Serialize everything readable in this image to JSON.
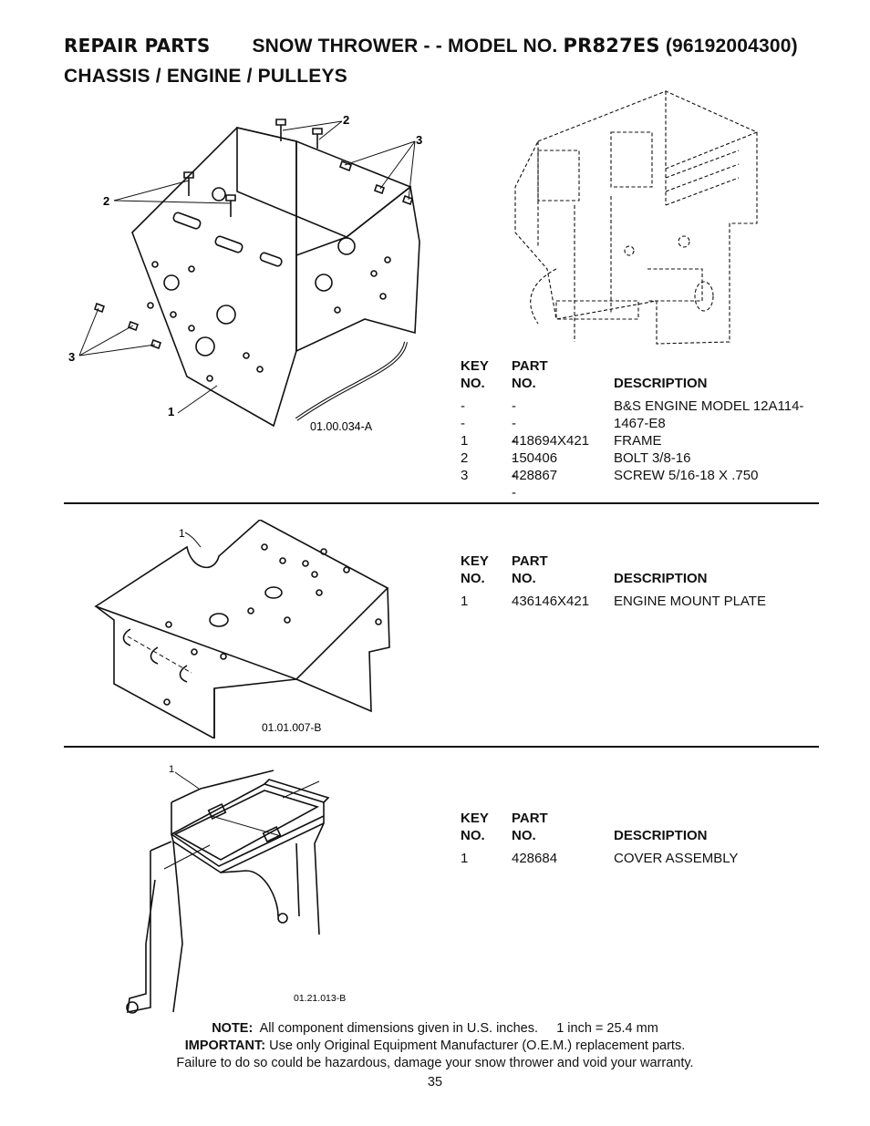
{
  "header": {
    "repair_parts": "REPAIR PARTS",
    "title_prefix": "SNOW THROWER - - MODEL NO.",
    "model": "PR827ES",
    "model_number": "(96192004300)",
    "subtitle": "CHASSIS / ENGINE / PULLEYS"
  },
  "sections": [
    {
      "diagram_ref": "01.00.034-A",
      "callouts": [
        "2",
        "3",
        "2",
        "3",
        "1"
      ],
      "table": {
        "col_key": [
          "KEY",
          "NO."
        ],
        "col_part": [
          "PART",
          "NO."
        ],
        "col_desc": "DESCRIPTION",
        "rows": [
          {
            "key": "- -",
            "part": "- - - - - -",
            "desc": "B&S ENGINE MODEL 12A114-",
            "desc2": "1467-E8"
          },
          {
            "key": "1",
            "part": "418694X421",
            "desc": "FRAME"
          },
          {
            "key": "2",
            "part": "150406",
            "desc": "BOLT 3/8-16"
          },
          {
            "key": "3",
            "part": "428867",
            "desc": "SCREW 5/16-18 X .750"
          }
        ]
      }
    },
    {
      "diagram_ref": "01.01.007-B",
      "callouts": [
        "1"
      ],
      "table": {
        "col_key": [
          "KEY",
          "NO."
        ],
        "col_part": [
          "PART",
          "NO."
        ],
        "col_desc": "DESCRIPTION",
        "rows": [
          {
            "key": "1",
            "part": "436146X421",
            "desc": "ENGINE MOUNT PLATE"
          }
        ]
      }
    },
    {
      "diagram_ref": "01.21.013-B",
      "callouts": [
        "1"
      ],
      "table": {
        "col_key": [
          "KEY",
          "NO."
        ],
        "col_part": [
          "PART",
          "NO."
        ],
        "col_desc": "DESCRIPTION",
        "rows": [
          {
            "key": "1",
            "part": "428684",
            "desc": "COVER ASSEMBLY"
          }
        ]
      }
    }
  ],
  "footer": {
    "note_label": "NOTE:",
    "note_text": "All component dimensions given in U.S. inches.",
    "note_conv": "1 inch = 25.4 mm",
    "important_label": "IMPORTANT:",
    "important_text": "Use only Original Equipment Manufacturer (O.E.M.) replacement parts.",
    "warning": "Failure to do so could be hazardous, damage your snow thrower and void your warranty.",
    "page_number": "35"
  }
}
